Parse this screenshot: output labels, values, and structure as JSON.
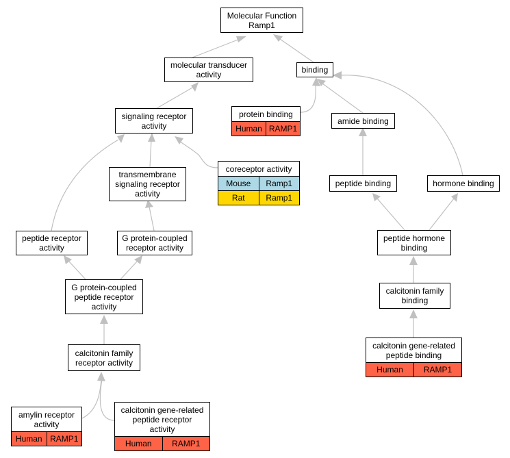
{
  "colors": {
    "edge": "#c0c0c0",
    "human": "#ff6347",
    "mouse": "#add8e6",
    "rat": "#ffd700"
  },
  "nodes": {
    "root": {
      "label": "Molecular Function\nRamp1"
    },
    "molecular_transducer": {
      "label": "molecular transducer\nactivity"
    },
    "binding": {
      "label": "binding"
    },
    "protein_binding": {
      "label": "protein binding",
      "annotations": [
        {
          "species": "Human",
          "gene": "RAMP1",
          "color": "#ff6347"
        }
      ]
    },
    "signaling_receptor": {
      "label": "signaling receptor\nactivity"
    },
    "amide_binding": {
      "label": "amide binding"
    },
    "coreceptor": {
      "label": "coreceptor activity",
      "annotations": [
        {
          "species": "Mouse",
          "gene": "Ramp1",
          "color": "#add8e6"
        },
        {
          "species": "Rat",
          "gene": "Ramp1",
          "color": "#ffd700"
        }
      ]
    },
    "transmembrane": {
      "label": "transmembrane\nsignaling receptor\nactivity"
    },
    "peptide_binding": {
      "label": "peptide binding"
    },
    "hormone_binding": {
      "label": "hormone binding"
    },
    "peptide_receptor": {
      "label": "peptide receptor\nactivity"
    },
    "gpcr": {
      "label": "G protein-coupled\nreceptor activity"
    },
    "peptide_hormone_binding": {
      "label": "peptide hormone\nbinding"
    },
    "gpcr_peptide": {
      "label": "G protein-coupled\npeptide receptor\nactivity"
    },
    "calcitonin_family_binding": {
      "label": "calcitonin family\nbinding"
    },
    "calcitonin_family_receptor": {
      "label": "calcitonin family\nreceptor activity"
    },
    "cgrp_binding": {
      "label": "calcitonin gene-related\npeptide binding",
      "annotations": [
        {
          "species": "Human",
          "gene": "RAMP1",
          "color": "#ff6347"
        }
      ]
    },
    "amylin_receptor": {
      "label": "amylin receptor\nactivity",
      "annotations": [
        {
          "species": "Human",
          "gene": "RAMP1",
          "color": "#ff6347"
        }
      ]
    },
    "cgrp_receptor": {
      "label": "calcitonin gene-related\npeptide receptor\nactivity",
      "annotations": [
        {
          "species": "Human",
          "gene": "RAMP1",
          "color": "#ff6347"
        }
      ]
    }
  }
}
